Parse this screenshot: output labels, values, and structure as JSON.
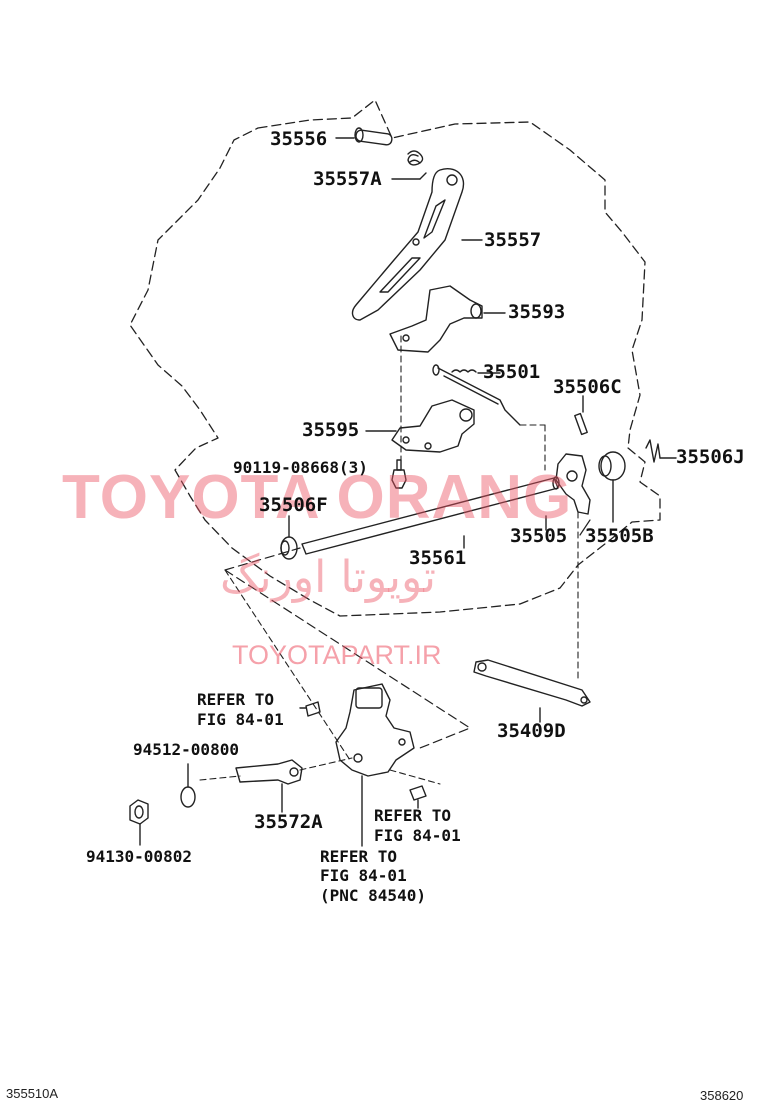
{
  "watermark": {
    "brand": "TOYOTA ORANG",
    "persian": "تویوتا اورنگ",
    "site": "TOYOTAPART.IR"
  },
  "parts": {
    "p35556": "35556",
    "p35557A": "35557A",
    "p35557": "35557",
    "p35593": "35593",
    "p35501": "35501",
    "p35506C": "35506C",
    "p35595": "35595",
    "bolt": "90119-08668(3)",
    "p35506J": "35506J",
    "p35506F": "35506F",
    "p35505": "35505",
    "p35505B": "35505B",
    "p35561": "35561",
    "p35409D": "35409D",
    "p35572A": "35572A",
    "washer": "94512-00800",
    "nut": "94130-00802"
  },
  "refs": {
    "r1_line1": "REFER TO",
    "r1_line2": "FIG 84-01",
    "r2_line1": "REFER TO",
    "r2_line2": "FIG 84-01",
    "r3_line1": "REFER TO",
    "r3_line2": "FIG 84-01",
    "r3_line3": "(PNC 84540)"
  },
  "footer": {
    "left_code": "355510A",
    "right_code": "358620"
  }
}
